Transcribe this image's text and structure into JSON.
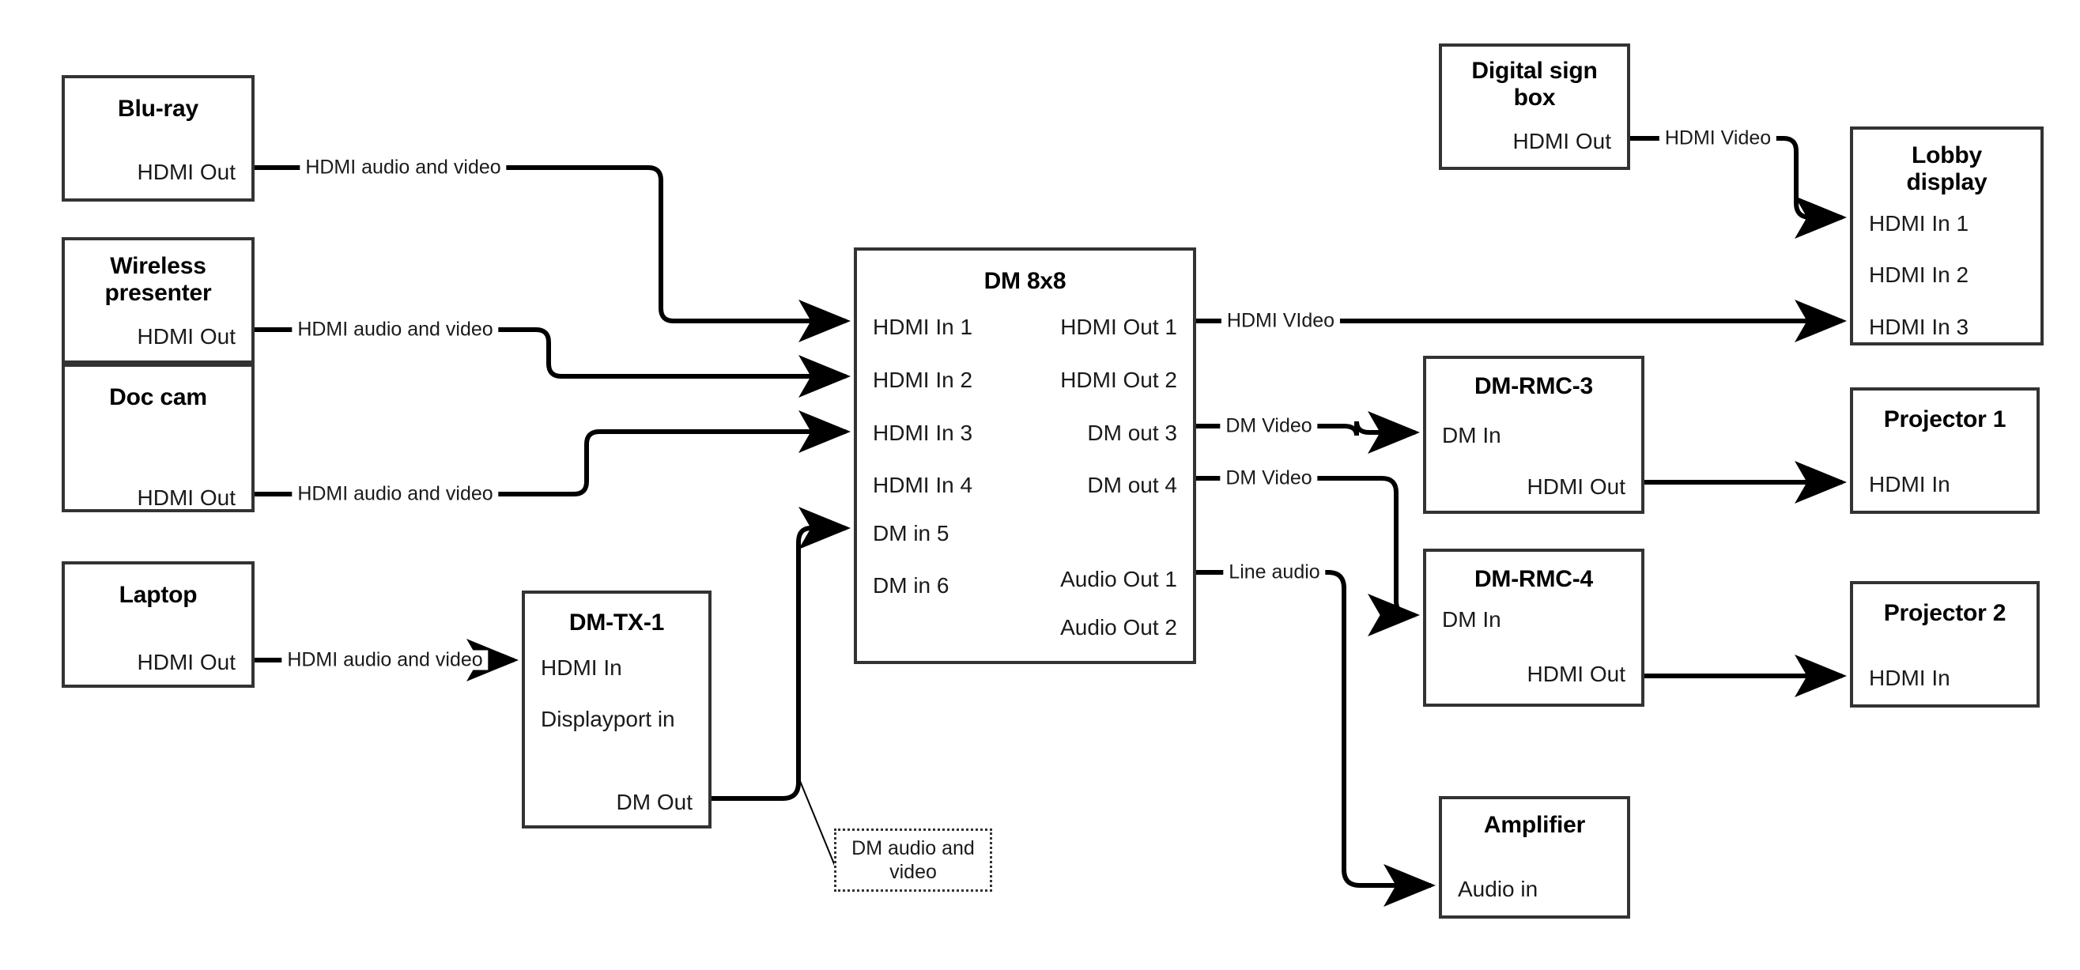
{
  "diagram": {
    "title": "AV signal flow diagram",
    "accent_color": "#333333",
    "wire_color": "#000000",
    "background": "#ffffff"
  },
  "devices": {
    "bluray": {
      "title": "Blu-ray",
      "ports": {
        "hdmi_out": "HDMI Out"
      }
    },
    "wireless": {
      "title": "Wireless\npresenter",
      "title_line1": "Wireless",
      "title_line2": "presenter",
      "ports": {
        "hdmi_out": "HDMI Out"
      }
    },
    "doccam": {
      "title": "Doc cam",
      "ports": {
        "hdmi_out": "HDMI Out"
      }
    },
    "laptop": {
      "title": "Laptop",
      "ports": {
        "hdmi_out": "HDMI Out"
      }
    },
    "dmtx1": {
      "title": "DM-TX-1",
      "ports": {
        "hdmi_in": "HDMI In",
        "dp_in": "Displayport in",
        "dm_out": "DM Out"
      }
    },
    "dm8x8": {
      "title": "DM 8x8",
      "inputs": [
        "HDMI In 1",
        "HDMI In 2",
        "HDMI In 3",
        "HDMI In 4",
        "DM in 5",
        "DM in 6"
      ],
      "outputs": [
        "HDMI Out 1",
        "HDMI Out 2",
        "DM out 3",
        "DM out 4",
        "Audio Out 1",
        "Audio Out 2"
      ]
    },
    "digitalsign": {
      "title": "Digital sign\nbox",
      "title_line1": "Digital sign",
      "title_line2": "box",
      "ports": {
        "hdmi_out": "HDMI Out"
      }
    },
    "lobby": {
      "title": "Lobby\ndisplay",
      "title_line1": "Lobby",
      "title_line2": "display",
      "inputs": [
        "HDMI In 1",
        "HDMI In 2",
        "HDMI In 3"
      ]
    },
    "dmrmc3": {
      "title": "DM-RMC-3",
      "ports": {
        "dm_in": "DM In",
        "hdmi_out": "HDMI Out"
      }
    },
    "dmrmc4": {
      "title": "DM-RMC-4",
      "ports": {
        "dm_in": "DM In",
        "hdmi_out": "HDMI Out"
      }
    },
    "projector1": {
      "title": "Projector 1",
      "ports": {
        "hdmi_in": "HDMI In"
      }
    },
    "projector2": {
      "title": "Projector 2",
      "ports": {
        "hdmi_in": "HDMI In"
      }
    },
    "amplifier": {
      "title": "Amplifier",
      "ports": {
        "audio_in": "Audio in"
      }
    }
  },
  "callouts": {
    "dm_av": {
      "line1": "DM audio and",
      "line2": "video",
      "text": "DM audio and video"
    }
  },
  "connections": [
    {
      "id": "bluray-to-dm",
      "label": "HDMI audio and video",
      "from": "bluray.hdmi_out",
      "to": "dm8x8.hdmi_in_1"
    },
    {
      "id": "wireless-to-dm",
      "label": "HDMI audio and video",
      "from": "wireless.hdmi_out",
      "to": "dm8x8.hdmi_in_2"
    },
    {
      "id": "doccam-to-dm",
      "label": "HDMI audio and video",
      "from": "doccam.hdmi_out",
      "to": "dm8x8.hdmi_in_3"
    },
    {
      "id": "laptop-to-dmtx1",
      "label": "HDMI audio and video",
      "from": "laptop.hdmi_out",
      "to": "dmtx1.hdmi_in"
    },
    {
      "id": "dmtx1-to-dm",
      "label": "DM audio and video",
      "from": "dmtx1.dm_out",
      "to": "dm8x8.dm_in_5"
    },
    {
      "id": "dm-hdmiout1-lobby",
      "label": "HDMI VIdeo",
      "from": "dm8x8.hdmi_out_1",
      "to": "lobby.hdmi_in_3"
    },
    {
      "id": "dm-dmout3-rmc3",
      "label": "DM Video",
      "from": "dm8x8.dm_out_3",
      "to": "dmrmc3.dm_in"
    },
    {
      "id": "dm-dmout4-rmc4",
      "label": "DM Video",
      "from": "dm8x8.dm_out_4",
      "to": "dmrmc4.dm_in"
    },
    {
      "id": "dm-audioout1-amp",
      "label": "Line audio",
      "from": "dm8x8.audio_out_1",
      "to": "amplifier.audio_in"
    },
    {
      "id": "sign-to-lobby",
      "label": "HDMI Video",
      "from": "digitalsign.hdmi_out",
      "to": "lobby.hdmi_in_1"
    },
    {
      "id": "rmc3-to-proj1",
      "label": "",
      "from": "dmrmc3.hdmi_out",
      "to": "projector1.hdmi_in"
    },
    {
      "id": "rmc4-to-proj2",
      "label": "",
      "from": "dmrmc4.hdmi_out",
      "to": "projector2.hdmi_in"
    }
  ],
  "edge_labels": {
    "bluray": "HDMI audio and video",
    "wireless": "HDMI audio and video",
    "doccam": "HDMI audio and video",
    "laptop": "HDMI audio and video",
    "sign": "HDMI Video",
    "hdmivideo": "HDMI VIdeo",
    "dmvideo3": "DM Video",
    "dmvideo4": "DM Video",
    "lineaudio": "Line audio"
  }
}
